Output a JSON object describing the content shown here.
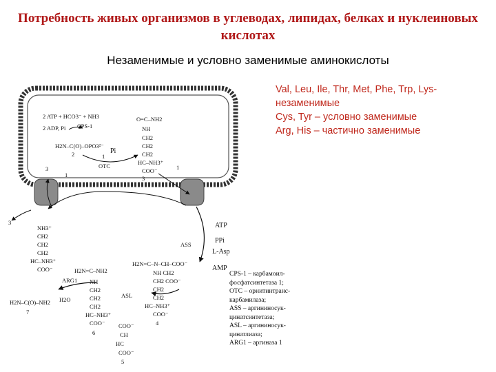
{
  "title": "Потребность живых организмов в углеводах, липидах, белках и нуклеиновых кислотах",
  "subtitle": "Незаменимые и условно заменимые аминокислоты",
  "notes": [
    "Val, Leu, Ile, Thr, Met, Phe, Trp, Lys-\nнезаменимые",
    "Cys, Tyr – условно заменимые",
    "Arg, His – частично заменимые"
  ],
  "diagram": {
    "reactants": "2 ATP + HCO3⁻ + NH3",
    "enzyme_cps": "CPS-1",
    "products": "2 ADP, Pi",
    "carbamoyl_p": "H2N–C(O)–OPO3²⁻",
    "num_2": "2",
    "pi": "Pi",
    "otc": "OTC",
    "num_3_top": "3",
    "num_1_top": "1",
    "num_3_left": "3",
    "num_1_left": "1",
    "num_3_mid": "3",
    "num_1_right": "1",
    "ornithine_fragments": [
      "O=C–NH2",
      "NH",
      "CH2",
      "CH2",
      "CH2",
      "HC–NH3⁺",
      "COO⁻"
    ],
    "atp": "ATP",
    "ass": "ASS",
    "ppi": "PPi",
    "l_asp": "L-Asp",
    "amp": "AMP",
    "asl": "ASL",
    "arg1": "ARG1",
    "h2o": "H2O",
    "num_6": "6",
    "num_4": "4",
    "num_5": "5",
    "num_7": "7",
    "orn_left": [
      "NH3⁺",
      "CH2",
      "CH2",
      "CH2",
      "HC–NH3⁺",
      "COO⁻"
    ],
    "arg_struct": [
      "H2N=C–NH2",
      "NH",
      "CH2",
      "CH2",
      "CH2",
      "HC–NH3⁺",
      "COO⁻"
    ],
    "urea": "H2N–C(O)–NH2",
    "fumarate": [
      "COO⁻",
      "CH",
      "HC",
      "COO⁻"
    ],
    "argsucc": [
      "H2N=C–N–CH–COO⁻",
      "NH   CH2",
      "CH2  COO⁻",
      "CH2",
      "CH2",
      "HC–NH3⁺",
      "COO⁻"
    ]
  },
  "legend": [
    "CPS-1 – карбамоил-\nфосфатсинтетаза 1;",
    "OTC – орнитинтранс-\nкарбамилаза;",
    "ASS – аргининосук-\nцинатсинтетаза;",
    "ASL – аргининосук-\nцинатлиаза;",
    "ARG1 – аргиназа 1"
  ]
}
